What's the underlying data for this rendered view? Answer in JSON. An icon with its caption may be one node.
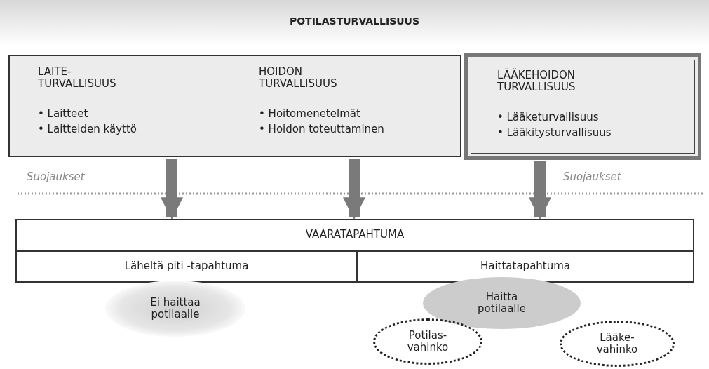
{
  "diagram": {
    "nodes": [
      {
        "text": [
          "POTILASTURVALLISUUS"
        ]
      },
      {
        "text": [
          "LAITE- TURVALLISUUS",
          "• Laitteet",
          "• Laitteiden käyttö",
          "HOIDON TURVALLISUUS",
          "• Hoitomenetelmät",
          "• Hoidon toteuttaminen"
        ]
      },
      {
        "text": [
          "LÄÄKEHOIDON TURVALLISUUS",
          "• Lääketurvallisuus",
          "• Lääkitysturvallisuus"
        ]
      },
      {
        "text": [
          "VAARATAPAHTUMA"
        ]
      },
      {
        "text": [
          "Läheltä piti -tapahtuma"
        ],
        "in": 3
      },
      {
        "text": [
          "Haittatapahtuma"
        ],
        "in": 3
      },
      {
        "text": [
          "Ei haittaa potilaalle"
        ]
      },
      {
        "text": [
          "Haitta potilaalle"
        ]
      },
      {
        "text": [
          "Potilas- vahinko"
        ]
      },
      {
        "text": [
          "Lääke- vahinko"
        ]
      }
    ],
    "edges": [
      {
        "from": 1,
        "to": 3,
        "arrow": "to"
      },
      {
        "from": 1,
        "to": 3,
        "arrow": "to"
      },
      {
        "from": 2,
        "to": 3,
        "arrow": "to"
      }
    ],
    "labels": [
      "Suojaukset",
      "Suojaukset"
    ]
  }
}
